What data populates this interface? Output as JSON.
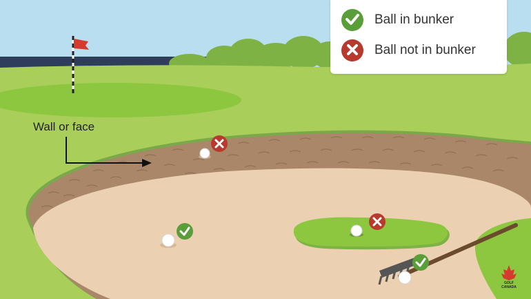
{
  "legend": {
    "in_bunker": {
      "label": "Ball in bunker",
      "icon": "check-icon",
      "color": "#5a9e3a"
    },
    "not_in_bunker": {
      "label": "Ball not in bunker",
      "icon": "cross-icon",
      "color": "#b8392e"
    }
  },
  "callout": {
    "label": "Wall or face"
  },
  "logo": {
    "text_line1": "GOLF",
    "text_line2": "CANADA"
  },
  "colors": {
    "sky": "#b9def0",
    "fairway": "#a9cf5a",
    "green": "#8dc63f",
    "sand": "#ebd1b1",
    "wall": "#a98768",
    "water": "#2f3d5c",
    "flag": "#d63a2f"
  }
}
